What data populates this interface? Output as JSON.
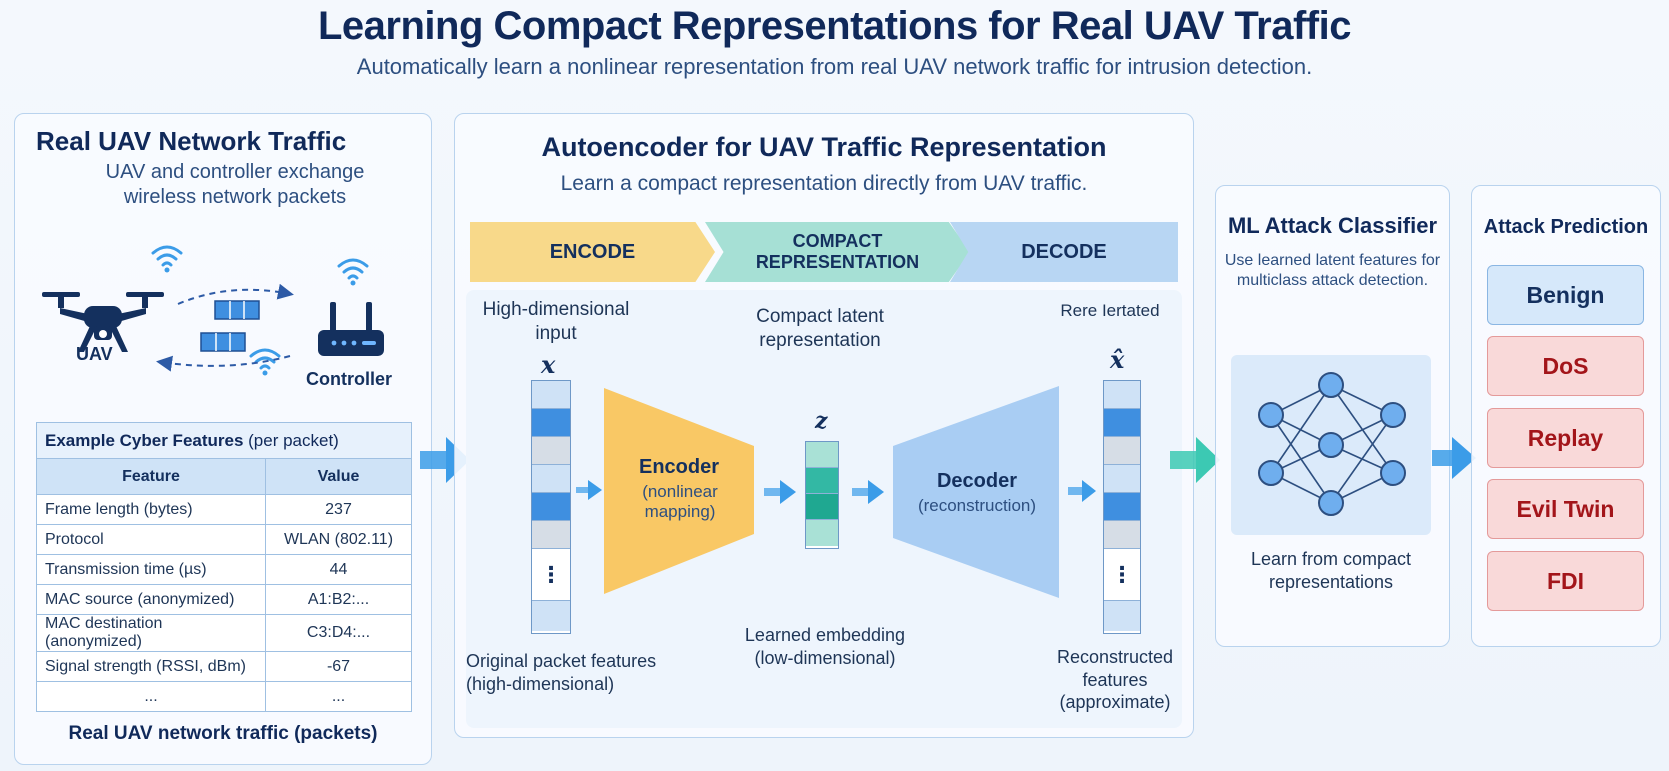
{
  "header": {
    "title": "Learning Compact Representations for Real UAV Traffic",
    "subtitle": "Automatically learn a nonlinear representation from real UAV network traffic for intrusion detection."
  },
  "left_panel": {
    "title": "Real UAV Network Traffic",
    "description": "UAV and controller exchange wireless network packets",
    "uav_label": "UAV",
    "controller_label": "Controller",
    "table_title_bold": "Example Cyber Features",
    "table_title_suffix": " (per packet)",
    "table_header": {
      "feature": "Feature",
      "value": "Value"
    },
    "rows": [
      {
        "feature": "Frame length (bytes)",
        "value": "237"
      },
      {
        "feature": "Protocol",
        "value": "WLAN (802.11)"
      },
      {
        "feature": "Transmission time (µs)",
        "value": "44"
      },
      {
        "feature": "MAC source (anonymized)",
        "value": "A1:B2:..."
      },
      {
        "feature": "MAC destination (anonymized)",
        "value": "C3:D4:..."
      },
      {
        "feature": "Signal strength (RSSI, dBm)",
        "value": "-67"
      },
      {
        "feature": "...",
        "value": "..."
      }
    ],
    "footer": "Real UAV network traffic (packets)"
  },
  "middle_panel": {
    "title": "Autoencoder for UAV Traffic Representation",
    "subtitle": "Learn a compact representation directly from UAV traffic.",
    "stages": {
      "encode": "ENCODE",
      "compact_line1": "COMPACT",
      "compact_line2": "REPRESENTATION",
      "decode": "DECODE"
    },
    "input_label": "High-dimensional input",
    "latent_label": "Compact latent representation",
    "output_label": "Rere Iertated",
    "x_symbol": "x",
    "z_symbol": "z",
    "xhat_symbol": "x̂",
    "encoder_title": "Encoder",
    "encoder_sub": "(nonlinear mapping)",
    "decoder_title": "Decoder",
    "decoder_sub": "(reconstruction)",
    "input_caption": "Original packet features (high-dimensional)",
    "latent_caption": "Learned embedding (low-dimensional)",
    "output_caption": "Reconstructed features (approximate)",
    "dots": "⋮"
  },
  "classifier_panel": {
    "title": "ML Attack Classifier",
    "description": "Use learned latent features for multiclass attack detection.",
    "caption": "Learn from compact representations"
  },
  "prediction_panel": {
    "title": "Attack Prediction",
    "classes": [
      "Benign",
      "DoS",
      "Replay",
      "Evil Twin",
      "FDI"
    ]
  },
  "colors": {
    "navy": "#10295a",
    "encoder_fill": "#f9c865",
    "decoder_fill": "#a9cdf3",
    "latent_fill": "#33b8a4",
    "vector_accent": "#3f8fe0",
    "arrow": "#3b9ce8",
    "arrow_teal": "#3cc9b3",
    "attack_red": "#a3151a"
  },
  "icons": [
    "drone-icon",
    "router-icon",
    "wifi-icon",
    "packet-icon",
    "neural-network-icon"
  ]
}
